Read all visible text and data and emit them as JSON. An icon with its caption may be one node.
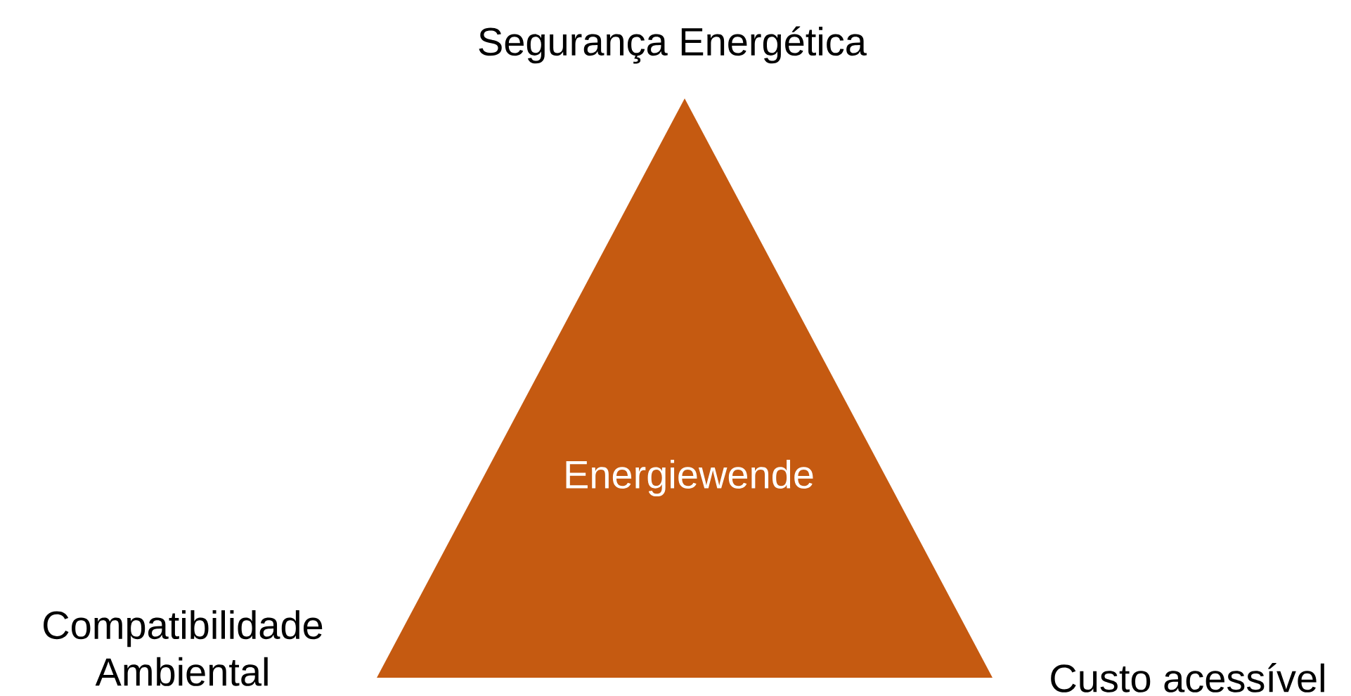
{
  "diagram": {
    "nodes": [
      {
        "text": [
          "Energiewende"
        ]
      }
    ],
    "edges": [],
    "labels": [
      "Segurança Energética",
      "Compatibilidade Ambiental",
      "Custo acessível"
    ]
  }
}
